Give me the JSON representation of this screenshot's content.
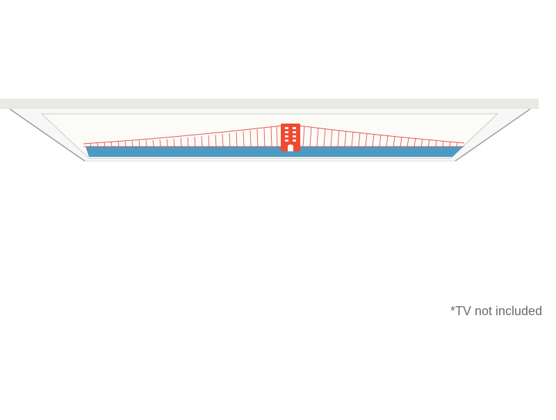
{
  "product": {
    "name": "frame-bezel",
    "artwork": "golden-gate-bridge-illustration",
    "icons": [
      "bridge-tower-icon",
      "suspension-cables-icon"
    ]
  },
  "note": {
    "text": "*TV not included"
  },
  "colors": {
    "top_edge": "#ebe9e4",
    "frame": "#f7f7f7",
    "frame_shadow": "#9a9a9a",
    "canvas": "#fcfbf8",
    "water": "#4d9ac2",
    "bridge": "#f04a2f",
    "cables": "#e0554a",
    "note_text": "#6b6b6b"
  }
}
